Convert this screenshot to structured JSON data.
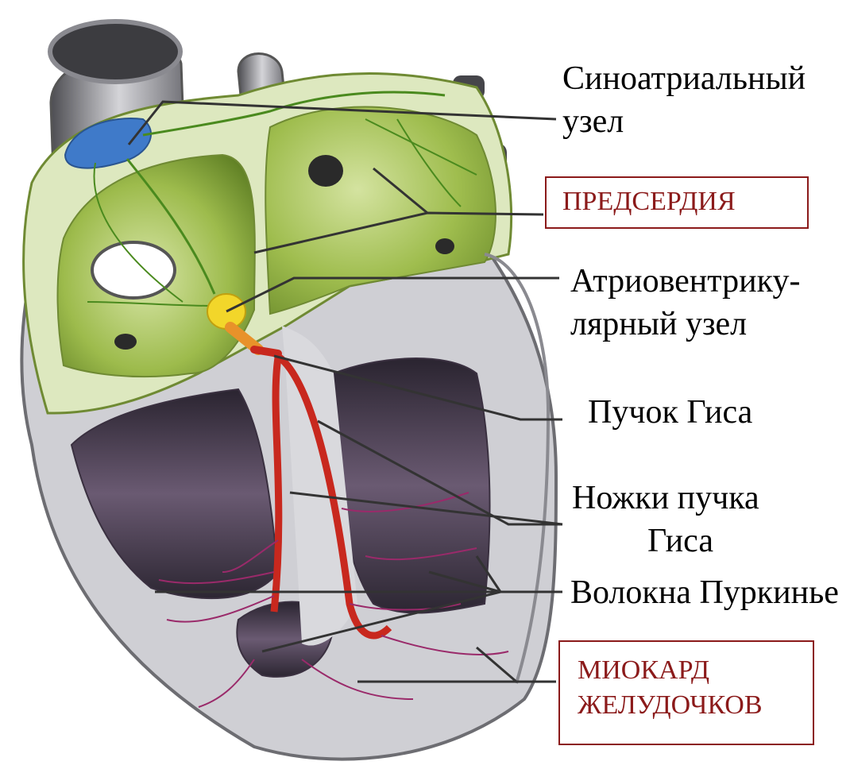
{
  "labels": {
    "sa_node_line1": "Синоатриальный",
    "sa_node_line2": "узел",
    "atria": "ПРЕДСЕРДИЯ",
    "av_node_line1": "Атриовентрику-",
    "av_node_line2": "лярный узел",
    "his_bundle": "Пучок Гиса",
    "bundle_branches_line1": "Ножки пучка",
    "bundle_branches_line2": "Гиса",
    "purkinje_fibers": "Волокна Пуркинье",
    "ventricular_myocardium_line1": "МИОКАРД",
    "ventricular_myocardium_line2": "ЖЕЛУДОЧКОВ"
  },
  "colors": {
    "atrial_wall": "#a9c45a",
    "atrial_wall_light": "#dfe9c0",
    "ventricle_wall": "#d6d6da",
    "ventricle_cavity": "#5a4a5e",
    "conduction_red": "#c8281e",
    "purkinje_purple": "#9a2a6a",
    "sa_node_blue": "#3f7ac9",
    "av_node_yellow": "#f2d62a",
    "box_border": "#8b1a1a",
    "leader_line": "#333333"
  }
}
